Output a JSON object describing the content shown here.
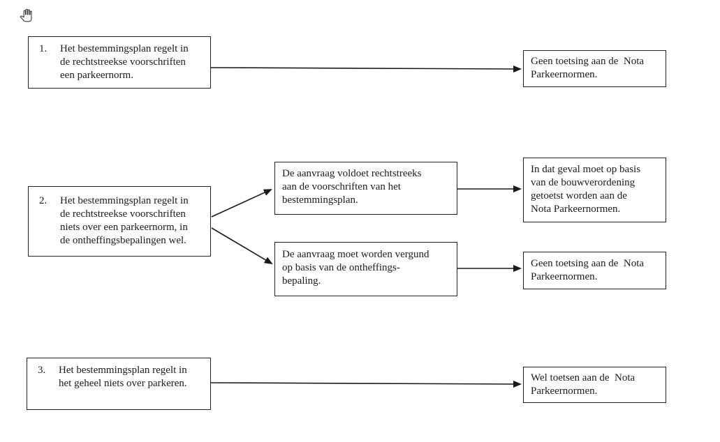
{
  "page": {
    "background": "#ffffff"
  },
  "cursor": {
    "icon": "hand-pan-cursor"
  },
  "flowchart": {
    "colors": {
      "box_border": "#222222",
      "text": "#1c1c1c",
      "arrow": "#1a1a1a",
      "background": "#ffffff"
    },
    "nodes": {
      "case1": {
        "number": "1.",
        "text": "Het bestemmingsplan regelt in\nde rechtstreekse voorschriften\neen parkeernorm."
      },
      "case1_result": {
        "text": "Geen toetsing aan de  Nota\nParkeernormen."
      },
      "case2": {
        "number": "2.",
        "text": "Het bestemmingsplan regelt in\nde rechtstreekse voorschriften\nniets over een parkeernorm, in\nde ontheffingsbepalingen wel."
      },
      "case2_option_direct": {
        "text": "De aanvraag voldoet rechtstreeks\naan de voorschriften van het\nbestemmingsplan."
      },
      "case2_option_exemption": {
        "text": "De aanvraag moet worden vergund\nop basis van de ontheffings-\nbepaling."
      },
      "case2_result_direct": {
        "text": "In dat geval moet op basis\nvan de bouwverordening\ngetoetst worden aan de\nNota Parkeernormen."
      },
      "case2_result_exemption": {
        "text": "Geen toetsing aan de  Nota\nParkeernormen."
      },
      "case3": {
        "number": "3.",
        "text": "Het bestemmingsplan regelt in\nhet geheel niets over parkeren."
      },
      "case3_result": {
        "text": "Wel toetsen aan de  Nota\nParkeernormen."
      }
    }
  }
}
